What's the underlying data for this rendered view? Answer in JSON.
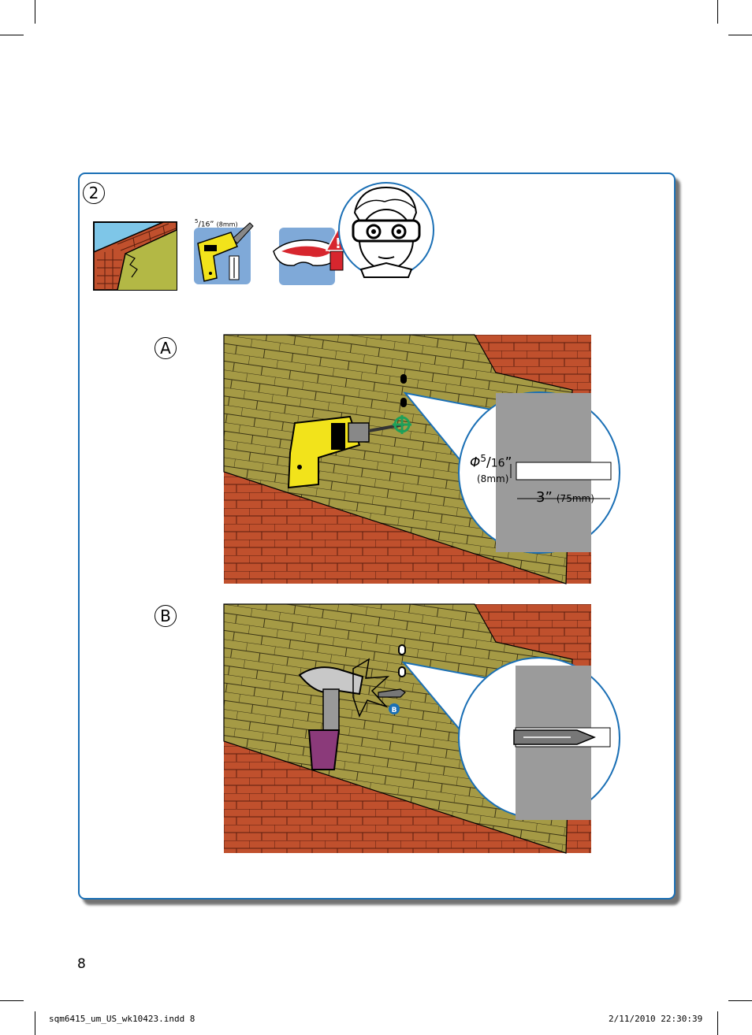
{
  "page": {
    "number": "8",
    "step_number": "2",
    "sub_steps": {
      "a": "A",
      "b": "B"
    }
  },
  "tools": {
    "drill_bit_fraction_num": "5",
    "drill_bit_fraction_den": "16",
    "drill_bit_inch_mark": "”",
    "drill_bit_metric": "(8mm)",
    "warning_symbol": "!"
  },
  "step_a": {
    "hole_diameter_prefix": "Φ",
    "hole_diameter_num": "5",
    "hole_diameter_den": "16",
    "hole_diameter_inch_mark": "”",
    "hole_diameter_metric": "(8mm)",
    "hole_depth": "3”",
    "hole_depth_metric": "(75mm)"
  },
  "step_b": {
    "anchor_label": "B"
  },
  "slug": {
    "file": "sqm6415_um_US_wk10423.indd   8",
    "date": "2/11/2010   22:30:39"
  },
  "colors": {
    "frame": "#1a6fb5",
    "wall_green": "#a59a45",
    "brick_red": "#c0502d",
    "drill_yellow": "#f2e31b",
    "safety_red": "#d7262e",
    "hammer_purple": "#8b3a7a",
    "crosshair_green": "#1ea05a"
  },
  "icons": [
    "brick-wall-icon",
    "drill-icon",
    "safety-goggles-icon",
    "warning-icon",
    "person-with-goggles-icon",
    "hammer-icon",
    "wall-anchor-icon",
    "crosshair-icon"
  ]
}
